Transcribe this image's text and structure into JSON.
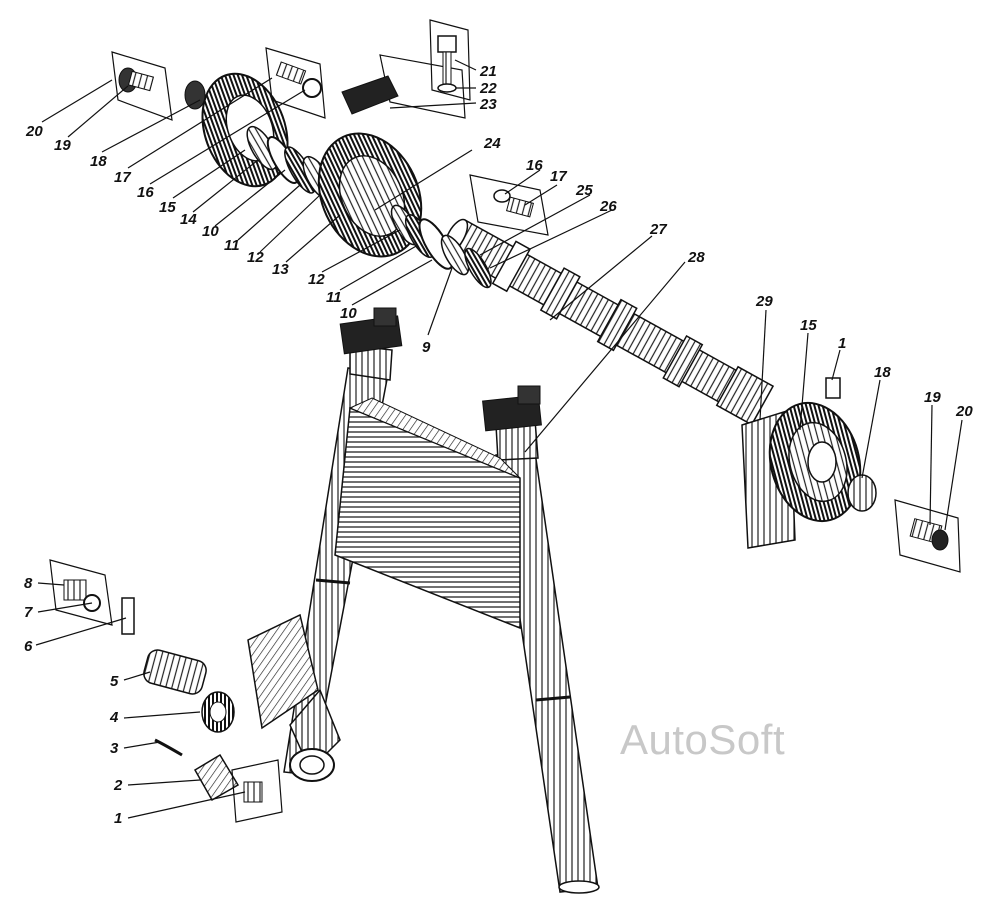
{
  "callouts": {
    "n20a": "20",
    "n19a": "19",
    "n18a": "18",
    "n17a": "17",
    "n16a": "16",
    "n15a": "15",
    "n14": "14",
    "n10a": "10",
    "n11a": "11",
    "n12a": "12",
    "n13": "13",
    "n12b": "12",
    "n11b": "11",
    "n10b": "10",
    "n9": "9",
    "n24": "24",
    "n16b": "16",
    "n17b": "17",
    "n25": "25",
    "n26": "26",
    "n27": "27",
    "n28": "28",
    "n21": "21",
    "n22": "22",
    "n23": "23",
    "n29": "29",
    "n15b": "15",
    "n1b": "1",
    "n18b": "18",
    "n19b": "19",
    "n20b": "20",
    "n8": "8",
    "n7": "7",
    "n6": "6",
    "n5": "5",
    "n4": "4",
    "n3": "3",
    "n2": "2",
    "n1a": "1"
  },
  "watermark": "AutoSoft"
}
